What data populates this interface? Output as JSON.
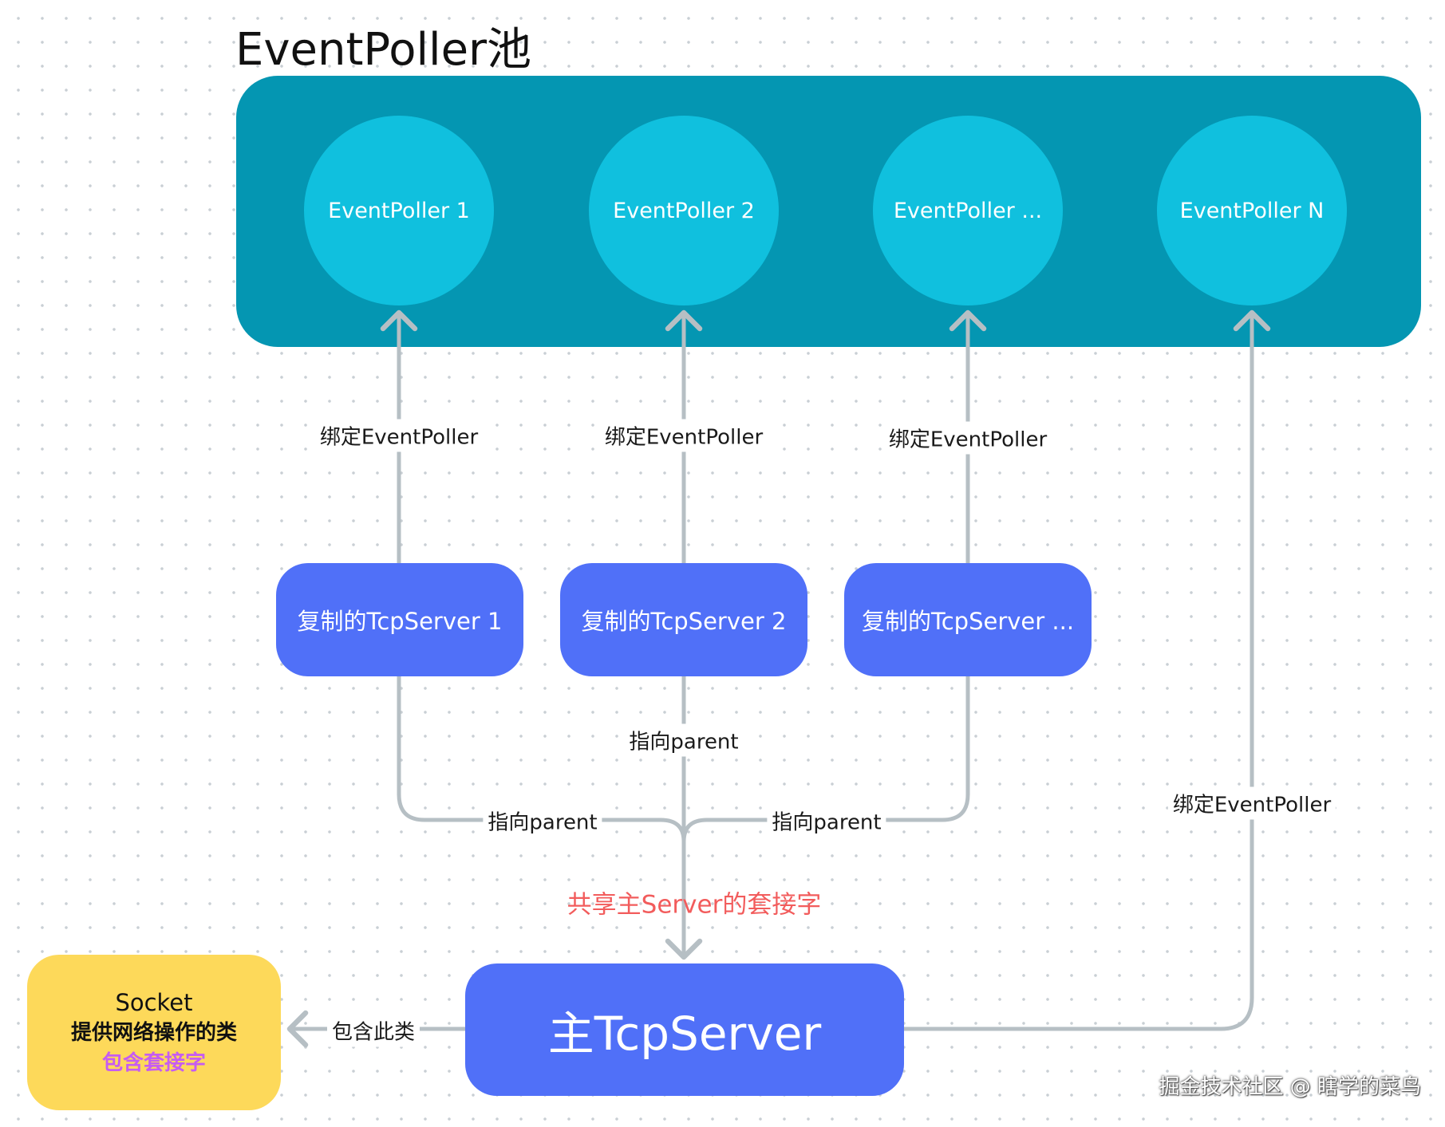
{
  "pool": {
    "title": "EventPoller池",
    "pollers": [
      "EventPoller 1",
      "EventPoller 2",
      "EventPoller ...",
      "EventPoller N"
    ]
  },
  "clones": [
    "复制的TcpServer 1",
    "复制的TcpServer 2",
    "复制的TcpServer ..."
  ],
  "main_server": {
    "label": "主TcpServer"
  },
  "edges": {
    "bind_label": "绑定EventPoller",
    "parent_label": "指向parent",
    "shared_socket_label": "共享主Server的套接字",
    "contains_label": "包含此类"
  },
  "socket": {
    "title": "Socket",
    "description": "提供网络操作的类",
    "note": "包含套接字"
  },
  "colors": {
    "pool_background": "#0496b2",
    "poller_circle": "#10c0de",
    "server_box": "#5070f8",
    "socket_box": "#fdd95a",
    "socket_note": "#c65cf2",
    "shared_label": "#f25c5c",
    "connector": "#b6bfc4"
  },
  "watermark": "掘金技术社区 @ 瞎学的菜鸟"
}
